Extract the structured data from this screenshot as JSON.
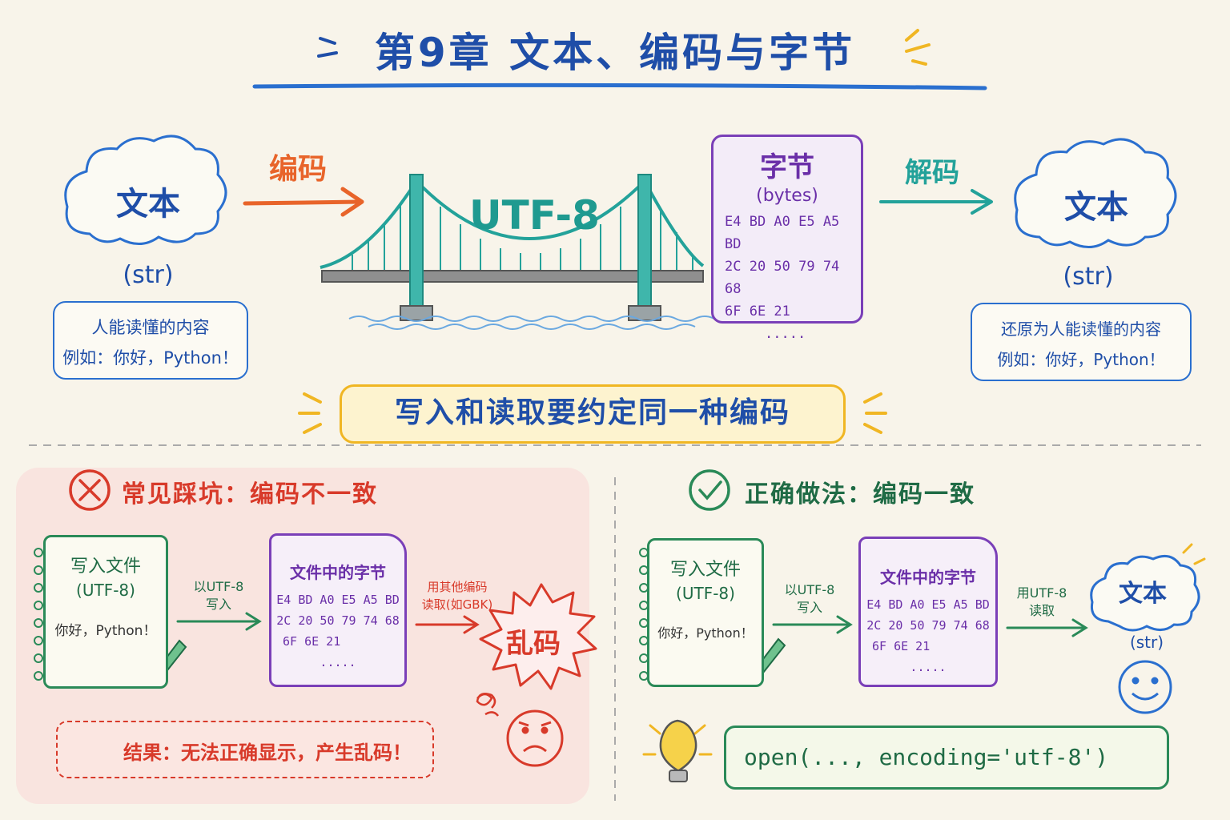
{
  "title": "第9章  文本、编码与字节",
  "top": {
    "left_cloud": {
      "label": "文本",
      "sub": "(str)"
    },
    "left_note": {
      "line1": "人能读懂的内容",
      "line2": "例如：你好，Python！"
    },
    "encode_label": "编码",
    "bridge_label": "UTF-8",
    "bytes_box": {
      "title": "字节",
      "subtitle": "(bytes)",
      "lines": [
        "E4 BD A0 E5 A5 BD",
        "2C 20 50 79 74 68",
        "6F 6E 21",
        "....."
      ]
    },
    "decode_label": "解码",
    "right_cloud": {
      "label": "文本",
      "sub": "(str)"
    },
    "right_note": {
      "line1": "还原为人能读懂的内容",
      "line2": "例如：你好，Python！"
    },
    "banner": "写入和读取要约定同一种编码"
  },
  "wrong": {
    "heading": "常见踩坑：编码不一致",
    "notebook": {
      "title": "写入文件",
      "sub": "(UTF-8)",
      "text": "你好，Python！"
    },
    "write_arrow_label": "以UTF-8\n写入",
    "doc": {
      "title": "文件中的字节",
      "lines": [
        "E4 BD A0 E5 A5 BD",
        "2C 20 50 79 74 68",
        "6F 6E 21",
        "....."
      ]
    },
    "read_arrow_label": "用其他编码\n读取(如GBK)",
    "garbled": "乱码",
    "result": "结果：无法正确显示，产生乱码！"
  },
  "right": {
    "heading": "正确做法：编码一致",
    "notebook": {
      "title": "写入文件",
      "sub": "(UTF-8)",
      "text": "你好，Python！"
    },
    "write_arrow_label": "以UTF-8\n写入",
    "doc": {
      "title": "文件中的字节",
      "lines": [
        "E4 BD A0 E5 A5 BD",
        "2C 20 50 79 74 68",
        "6F 6E 21",
        "....."
      ]
    },
    "read_arrow_label": "用UTF-8\n读取",
    "cloud": {
      "label": "文本",
      "sub": "(str)"
    },
    "code": "open(..., encoding='utf-8')"
  },
  "colors": {
    "blue": "#1f4ea8",
    "orange": "#e8642a",
    "teal": "#23a29a",
    "purple": "#7a3fb8",
    "red": "#d83a2a",
    "green": "#2a8a58",
    "yellow": "#f0b623"
  }
}
